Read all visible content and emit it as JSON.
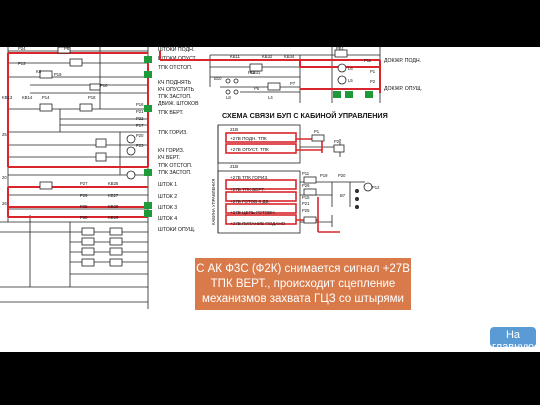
{
  "colors": {
    "wire_red": "#d9262c",
    "wire_black": "#222222",
    "contact_green": "#1f9a3a",
    "caption_bg": "#d97a4a",
    "home_bg": "#5b9bd5"
  },
  "left_panel": {
    "labels": [
      "ШТОКИ ПОДН.",
      "ШТОКИ ОПУСТ.",
      "ТПК ОТСТОП.",
      "КЧ ПОДНЯТЬ",
      "КЧ ОПУСТИТЬ",
      "ТПК ЗАСТОП.",
      "ДВИЖ. ШТОКОВ",
      "ТПК ВЕРТ.",
      "ТПК ГОРИЗ.",
      "КЧ ГОРИЗ.",
      "КЧ ВЕРТ.",
      "ТПК ОТСТОП.",
      "ТПК ЗАСТОП.",
      "ШТОК 1",
      "ШТОК 2",
      "ШТОК 3",
      "ШТОК 4",
      "ШТОКИ ОПУЩ."
    ],
    "relay_tags": [
      "P24",
      "P8",
      "P13",
      "K8",
      "P19",
      "KB13",
      "KB14",
      "P14",
      "P18",
      "P10",
      "P16",
      "P21",
      "P22",
      "P17",
      "P20",
      "P23",
      "P27",
      "KB25",
      "P29",
      "KB27",
      "P35",
      "KB28",
      "P30",
      "KB29",
      "25",
      "20",
      "26"
    ]
  },
  "top_right": {
    "labels": [
      "ДОКЖР. ПОДН.",
      "ДОКЖР. ОПУЩ."
    ],
    "relay_tags": [
      "KB11",
      "KB32",
      "KB34",
      "KB31",
      "PB1",
      "P11",
      "P1",
      "P2",
      "L6",
      "L5",
      "B10",
      "P13",
      "P7",
      "P5",
      "L8",
      "L4"
    ]
  },
  "bup_diagram": {
    "title": "СХЕМА СВЯЗИ БУП С КАБИНОЙ УПРАВЛЕНИЯ",
    "side_label": "КАБИНА УПРАВЛЕНИЯ",
    "terminals": [
      "21В",
      "+27В ПОДН. ТПК",
      "+27В ОПУСТ. ТПК",
      "21В",
      "+27В ТПК ГОРИЗ.",
      "+27В ТПК ВЕРТ.",
      "+27В ГОТОВ К ДВ.",
      "+27В ЦЕПЬ ГОТОВН.",
      "+27В ПИТАНИЕ ПОДАНО"
    ],
    "relay_tags": [
      "P1",
      "P2",
      "P11",
      "P25",
      "P26",
      "B7",
      "P12",
      "P15",
      "P19",
      "P20",
      "P21"
    ]
  },
  "caption": {
    "line1": "С АК Ф3С (Ф2К) снимается сигнал +27В",
    "line2": "ТПК ВЕРТ., происходит сцепление",
    "line3": "механизмов захвата ГЦЗ со штырями"
  },
  "home_button": {
    "label": "На главную"
  }
}
